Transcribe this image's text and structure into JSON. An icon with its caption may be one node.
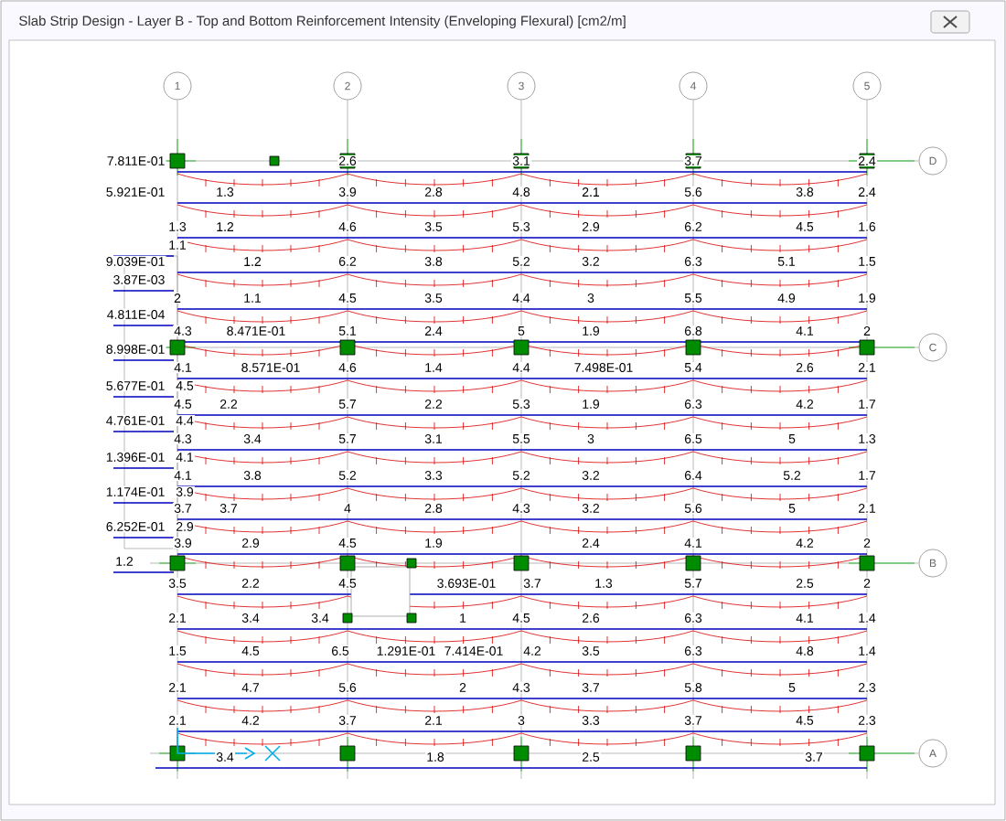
{
  "diagram": {
    "title": "Slab Strip Design - Layer B - Top and Bottom Reinforcement Intensity (Enveloping Flexural) [cm2/m]",
    "nodes": [
      {
        "text": [
          "1"
        ]
      },
      {
        "text": [
          "2"
        ]
      },
      {
        "text": [
          "3"
        ]
      },
      {
        "text": [
          "4"
        ]
      },
      {
        "text": [
          "5"
        ]
      },
      {
        "text": [
          "D"
        ]
      },
      {
        "text": [
          "C"
        ]
      },
      {
        "text": [
          "B"
        ]
      },
      {
        "text": [
          "A"
        ]
      }
    ],
    "labels": [
      "7.811E-01",
      "2.6",
      "3.1",
      "3.7",
      "2.4",
      "5.921E-01",
      "1.3",
      "3.9",
      "2.8",
      "4.8",
      "2.1",
      "5.6",
      "3.8",
      "2.4",
      "1.3",
      "1.2",
      "4.6",
      "3.5",
      "5.3",
      "2.9",
      "6.2",
      "4.5",
      "1.6",
      "1.1",
      "9.039E-01",
      "1.2",
      "6.2",
      "3.8",
      "5.2",
      "3.2",
      "6.3",
      "5.1",
      "1.5",
      "3.87E-03",
      "2",
      "1.1",
      "4.5",
      "3.5",
      "4.4",
      "3",
      "5.5",
      "4.9",
      "1.9",
      "4.811E-04",
      "4.3",
      "8.471E-01",
      "5.1",
      "2.4",
      "5",
      "1.9",
      "6.8",
      "4.1",
      "2",
      "8.998E-01",
      "4.1",
      "8.571E-01",
      "4.6",
      "1.4",
      "4.4",
      "7.498E-01",
      "5.4",
      "2.6",
      "2.1",
      "5.677E-01",
      "4.5",
      "4.5",
      "2.2",
      "5.7",
      "2.2",
      "5.3",
      "1.9",
      "6.3",
      "4.2",
      "1.7",
      "4.761E-01",
      "4.4",
      "4.3",
      "3.4",
      "5.7",
      "3.1",
      "5.5",
      "3",
      "6.5",
      "5",
      "1.3",
      "1.396E-01",
      "4.1",
      "4.1",
      "3.8",
      "5.2",
      "3.3",
      "5.2",
      "3.2",
      "6.4",
      "5.2",
      "1.7",
      "1.174E-01",
      "3.9",
      "3.7",
      "3.7",
      "4",
      "2.8",
      "4.3",
      "3.2",
      "5.6",
      "5",
      "2.1",
      "6.252E-01",
      "2.9",
      "3.9",
      "2.9",
      "4.5",
      "1.9",
      "2.4",
      "4.1",
      "4.2",
      "2",
      "1.2",
      "3.5",
      "2.2",
      "4.5",
      "3.693E-01",
      "3.7",
      "1.3",
      "5.7",
      "2.5",
      "2",
      "2.1",
      "3.4",
      "3.4",
      "1",
      "4.5",
      "2.6",
      "6.3",
      "4.1",
      "1.4",
      "1.5",
      "4.5",
      "6.5",
      "1.291E-01",
      "7.414E-01",
      "4.2",
      "3.5",
      "6.3",
      "4.8",
      "1.4",
      "2.1",
      "4.7",
      "5.6",
      "2",
      "4.3",
      "3.7",
      "5.8",
      "5",
      "2.3",
      "2.1",
      "4.2",
      "3.7",
      "2.1",
      "3",
      "3.3",
      "3.7",
      "4.5",
      "2.3",
      "3.4",
      "1.8",
      "2.5",
      "3.7"
    ]
  }
}
